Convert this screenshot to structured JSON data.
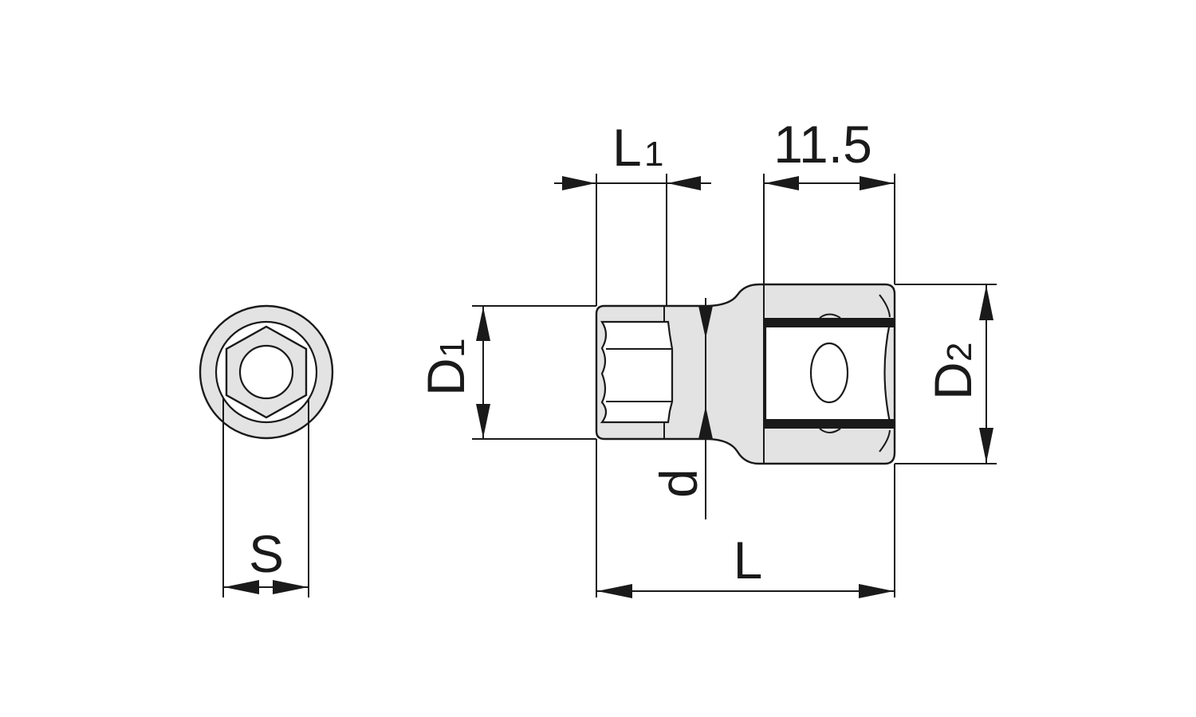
{
  "labels": {
    "s": "S",
    "l1_main": "L",
    "l1_sub": "1",
    "dim_top": "11.5",
    "d1_main": "D",
    "d1_sub": "1",
    "d2_main": "D",
    "d2_sub": "2",
    "d_small": "d",
    "l": "L"
  },
  "colors": {
    "line": "#1a1a1a",
    "fill": "#e3e3e3",
    "background": "#ffffff"
  }
}
